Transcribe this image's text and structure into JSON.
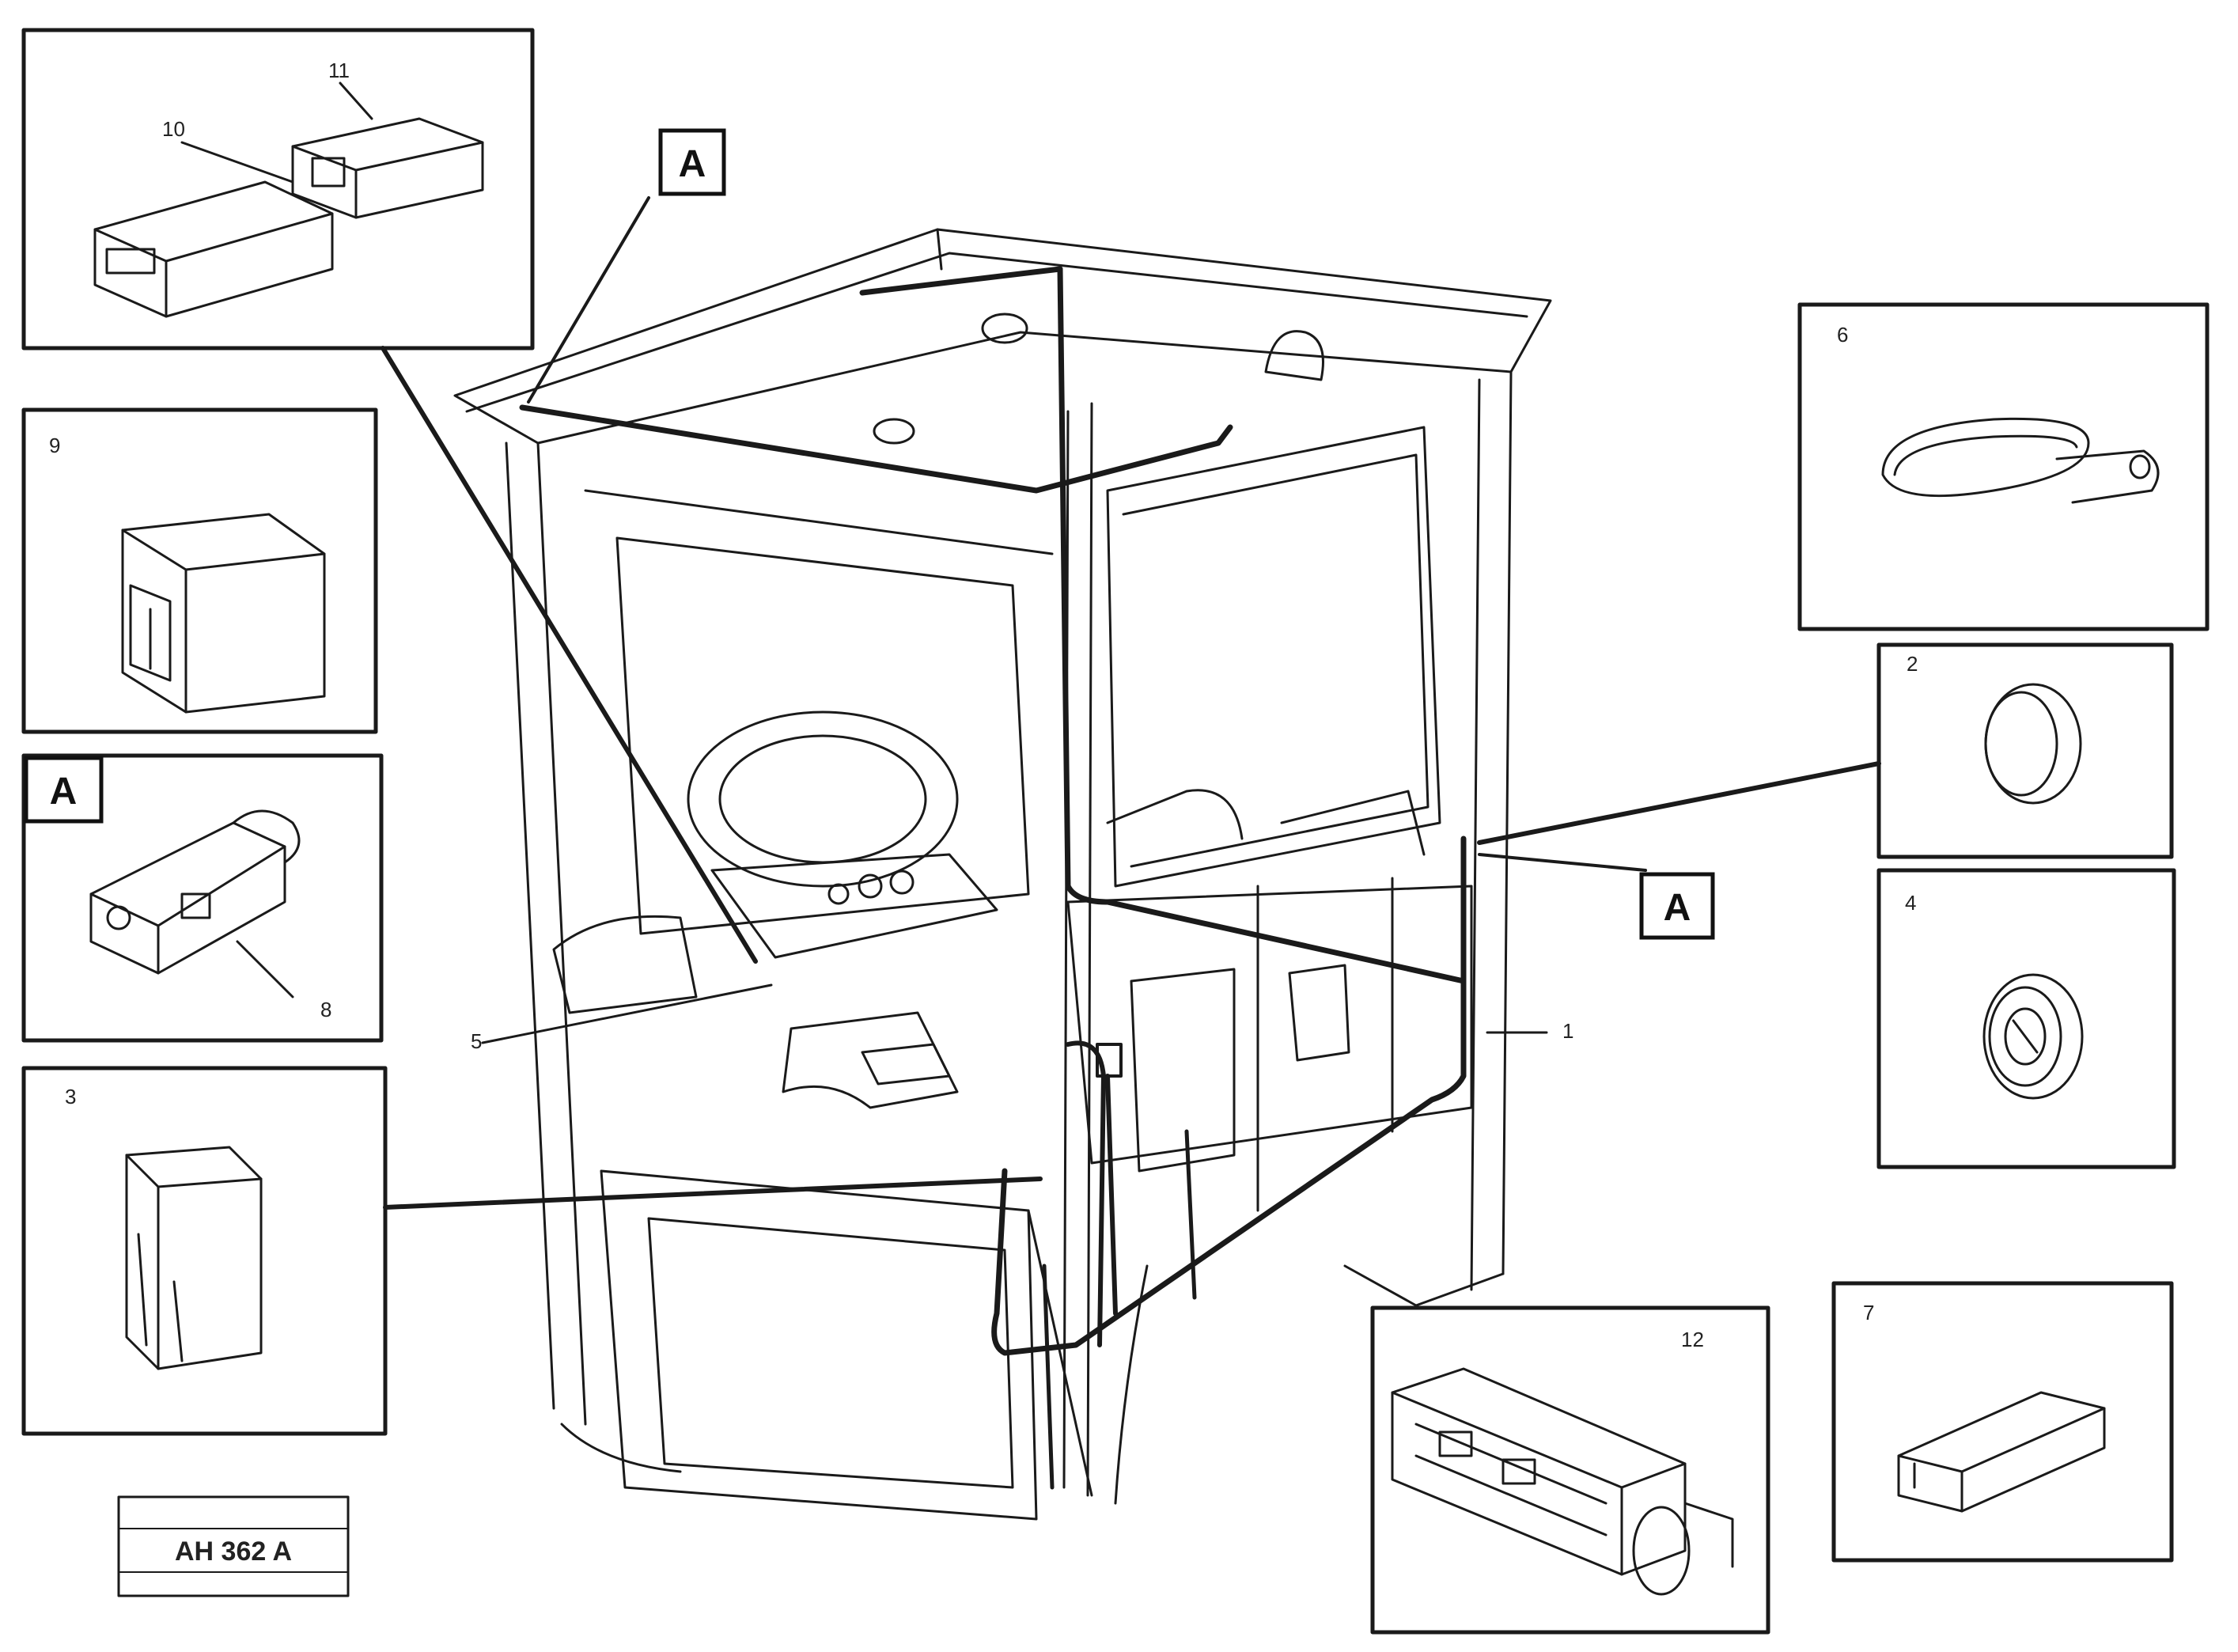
{
  "diagram": {
    "reference_letter": "A",
    "callouts": {
      "part_1": "1",
      "part_2": "2",
      "part_3": "3",
      "part_4": "4",
      "part_5": "5",
      "part_6": "6",
      "part_7": "7",
      "part_8": "8",
      "part_9": "9",
      "part_10": "10",
      "part_11": "11",
      "part_12": "12"
    },
    "stamp": {
      "line1": "",
      "line2": "AH 362 A",
      "line3": ""
    }
  }
}
